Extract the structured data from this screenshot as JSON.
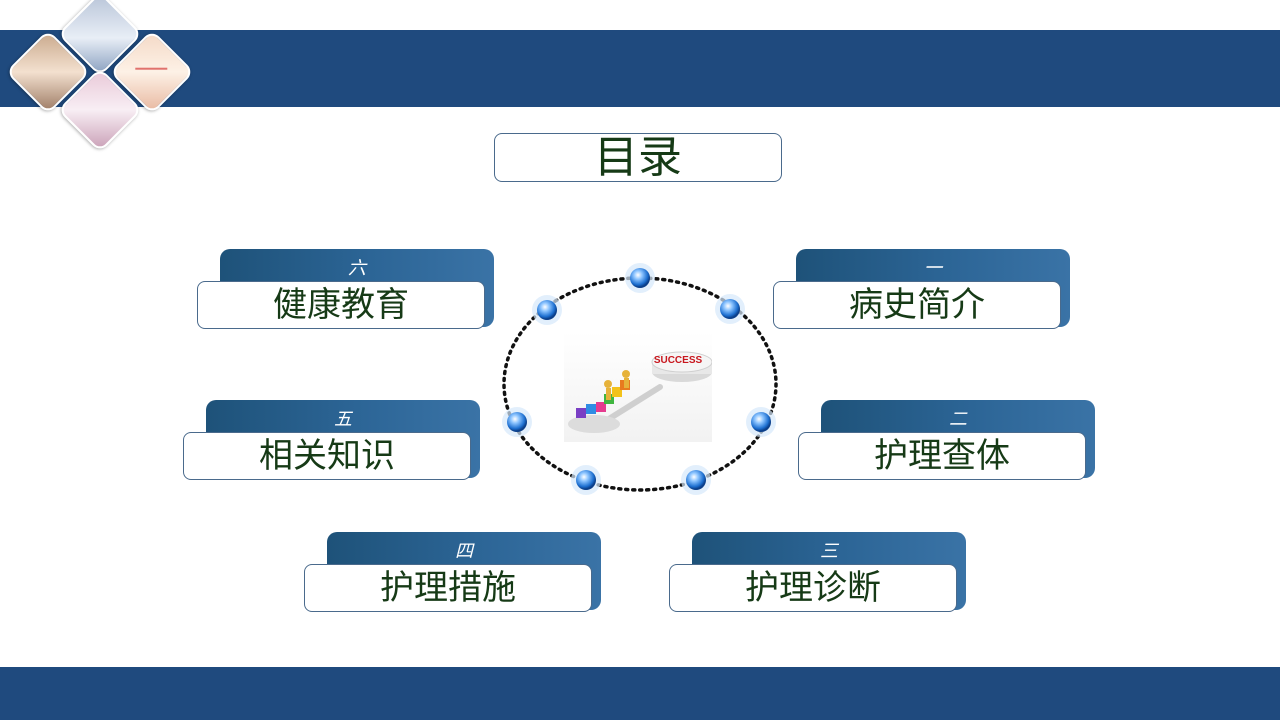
{
  "title": "目录",
  "center_image": {
    "label": "SUCCESS"
  },
  "items": [
    {
      "num": "一",
      "label": "病史简介"
    },
    {
      "num": "二",
      "label": "护理查体"
    },
    {
      "num": "三",
      "label": "护理诊断"
    },
    {
      "num": "四",
      "label": "护理措施"
    },
    {
      "num": "五",
      "label": "相关知识"
    },
    {
      "num": "六",
      "label": "健康教育"
    }
  ],
  "colors": {
    "band": "#1f4a7e",
    "title_text": "#163a16",
    "tab_gradient_start": "#1e5279",
    "tab_gradient_end": "#3a73a6"
  }
}
